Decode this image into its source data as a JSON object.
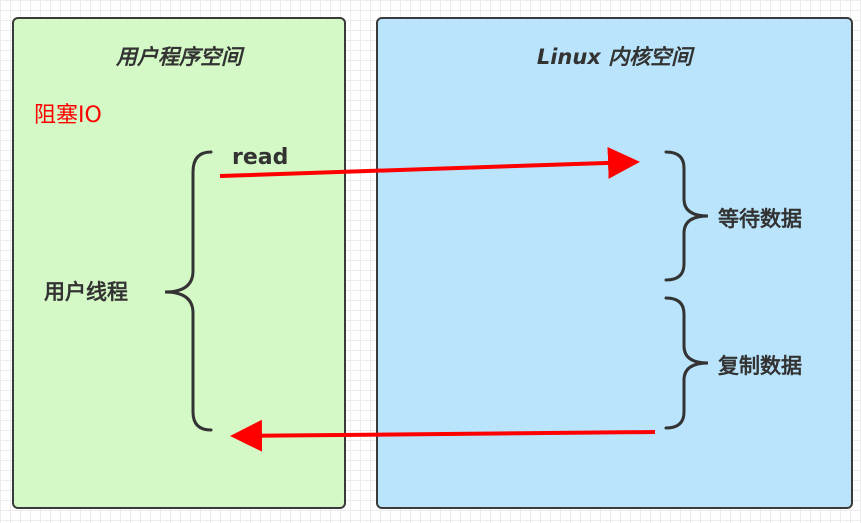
{
  "user_space": {
    "title": "用户程序空间",
    "mode_label": "阻塞IO",
    "thread_label": "用户线程",
    "call_label": "read"
  },
  "kernel_space": {
    "title": "Linux 内核空间",
    "phases": [
      "等待数据",
      "复制数据"
    ]
  },
  "colors": {
    "user_space_fill": "#d4f9c6",
    "kernel_space_fill": "#b9e4fb",
    "arrow": "#ff0000",
    "mode_label": "#ff0000",
    "outline": "#3a3a3a"
  }
}
